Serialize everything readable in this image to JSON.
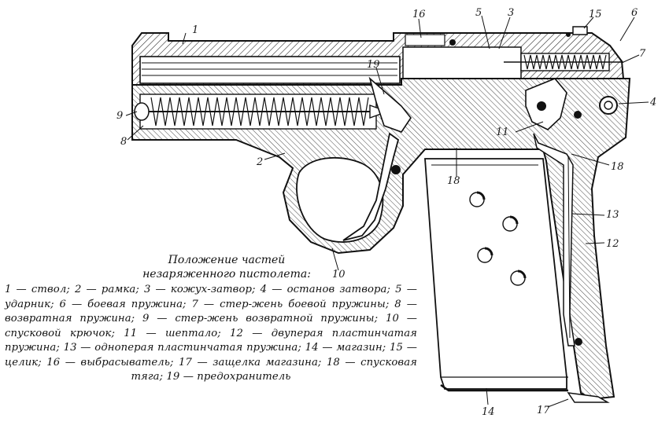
{
  "diagram": {
    "callouts": [
      "1",
      "2",
      "3",
      "4",
      "5",
      "6",
      "7",
      "8",
      "9",
      "10",
      "11",
      "12",
      "13",
      "14",
      "15",
      "16",
      "17",
      "18",
      "18",
      "19"
    ],
    "caption_title_line1": "Положение частей",
    "caption_title_line2": "незаряженного пистолета:",
    "legend": "1 — ствол; 2 — рамка; 3 — кожух-затвор; 4 — останов затвора; 5 — ударник; 6 — боевая пружина; 7 — стер-жень боевой пружины; 8 — возвратная пружина; 9 — стер-жень возвратной пружины; 10 — спусковой крючок; 11 — шептало; 12 — двуперая пластинчатая пружина; 13 — одноперая пластинчатая пружина; 14 — магазин; 15 — целик; 16 — выбрасыватель; 17 — защелка магазина; 18 — спусковая тяга; 19 — предохранитель"
  }
}
